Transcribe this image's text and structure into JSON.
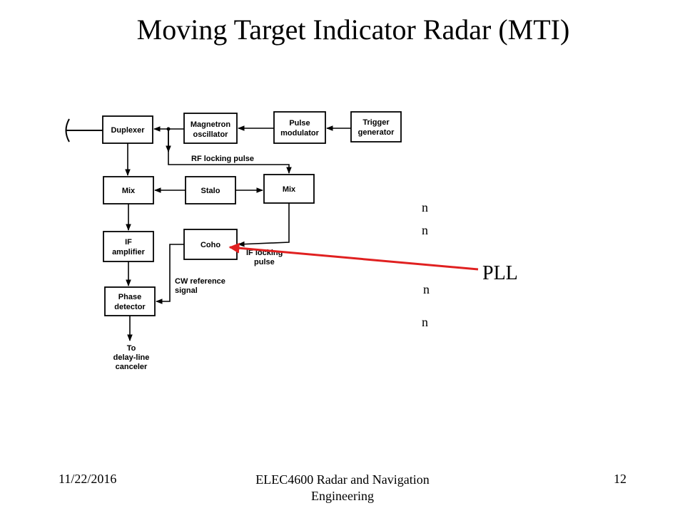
{
  "slide": {
    "title": "Moving Target Indicator Radar (MTI)",
    "bullet_marks": [
      "n",
      "n",
      "n",
      "n"
    ],
    "annotation": "PLL",
    "arrow_color": "#e02020"
  },
  "diagram": {
    "blocks": {
      "duplexer": "Duplexer",
      "magnetron_1": "Magnetron",
      "magnetron_2": "oscillator",
      "pulse_mod_1": "Pulse",
      "pulse_mod_2": "modulator",
      "trigger_1": "Trigger",
      "trigger_2": "generator",
      "mix_left": "Mix",
      "stalo": "Stalo",
      "mix_right": "Mix",
      "if_amp_1": "IF",
      "if_amp_2": "amplifier",
      "coho": "Coho",
      "phase_det_1": "Phase",
      "phase_det_2": "detector"
    },
    "labels": {
      "rf_locking": "RF locking pulse",
      "if_locking_1": "IF locking",
      "if_locking_2": "pulse",
      "cw_ref_1": "CW reference",
      "cw_ref_2": "signal",
      "output_1": "To",
      "output_2": "delay-line",
      "output_3": "canceler"
    }
  },
  "footer": {
    "date": "11/22/2016",
    "course_line1": "ELEC4600 Radar and Navigation",
    "course_line2": "Engineering",
    "page": "12"
  }
}
